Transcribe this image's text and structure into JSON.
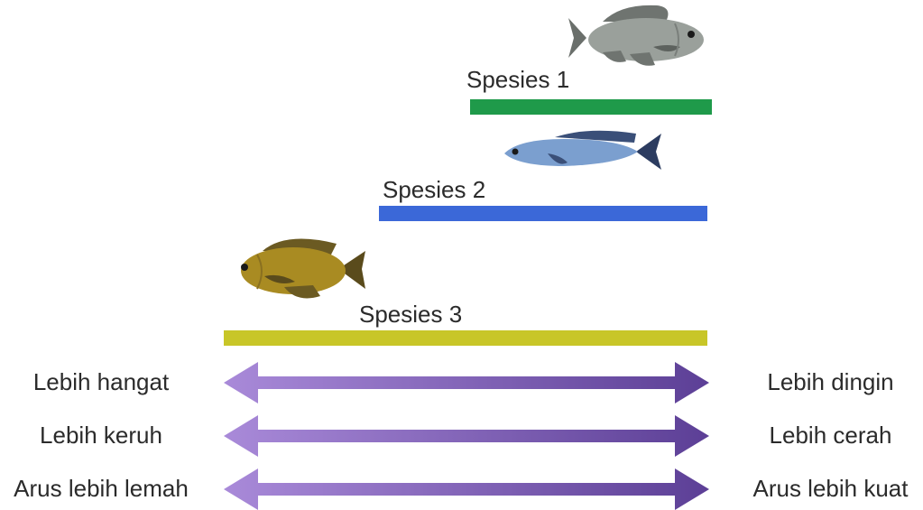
{
  "species": [
    {
      "label": "Spesies 1",
      "color": "#1f9a4a",
      "fish_icon": "grey-tilapia-icon"
    },
    {
      "label": "Spesies 2",
      "color": "#3b68d8",
      "fish_icon": "blue-goby-icon"
    },
    {
      "label": "Spesies 3",
      "color": "#c8c628",
      "fish_icon": "olive-cichlid-icon"
    }
  ],
  "gradients": [
    {
      "left": "Lebih hangat",
      "right": "Lebih dingin"
    },
    {
      "left": "Lebih keruh",
      "right": "Lebih cerah"
    },
    {
      "left": "Arus lebih lemah",
      "right": "Arus lebih kuat"
    }
  ],
  "arrow_colors": {
    "start": "#a98ad9",
    "end": "#5c3f96"
  }
}
